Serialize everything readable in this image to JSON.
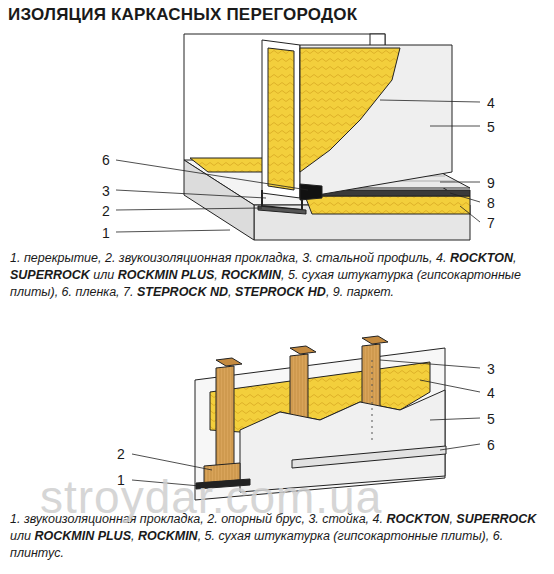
{
  "diagram": {
    "title": "ИЗОЛЯЦИЯ КАРКАСНЫХ ПЕРЕГОРОДОК",
    "labels": [
      "4",
      "5",
      "6",
      "9",
      "3",
      "8",
      "2",
      "7",
      "1",
      "1. перекрытие, 2. звукоизоляционная прокладка, 3. стальной профиль, 4. ROCKTON, SUPERROCK или ROCKMIN PLUS, ROCKMIN, 5. сухая штукатурка (гипсокартонные плиты), 6. пленка, 7. STEPROCK ND, STEPROCK HD, 9. паркет.",
      "3",
      "4",
      "5",
      "6",
      "2",
      "1",
      "1. звукоизоляционная прокладка, 2. опорный брус, 3. стойка, 4. ROCKTON, SUPERROCK или ROCKMIN PLUS, ROCKMIN, 5. сухая штукатурка (гипсокартонные плиты), 6. плинтус.",
      "stroydar.com.ua"
    ]
  }
}
